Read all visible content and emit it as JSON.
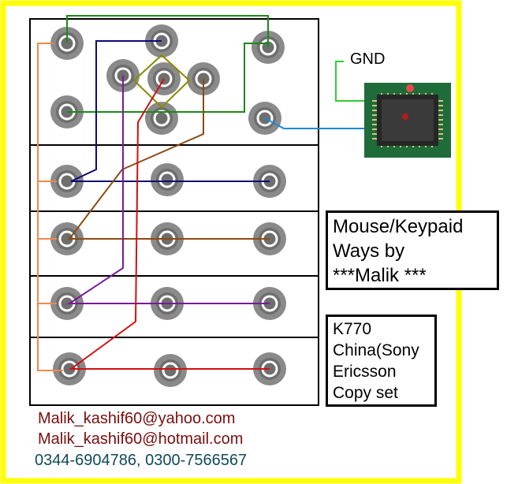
{
  "labels": {
    "gnd": "GND"
  },
  "title_box": {
    "lines": [
      "Mouse/Keypaid",
      "Ways by",
      "***Malik ***"
    ]
  },
  "model_box": {
    "lines": [
      "K770",
      "China(Sony",
      "Ericsson",
      "Copy set"
    ]
  },
  "contacts": {
    "email_1": "Malik_kashif60@yahoo.com",
    "email_2": "Malik_kashif60@hotmail.com",
    "phones": "0344-6904786, 0300-7566567"
  },
  "colors": {
    "frame": "#ffff00",
    "orange": "#f08a4b",
    "navy": "#0a0a78",
    "green": "#1a8a1a",
    "olive": "#8a8a00",
    "brown": "#8b4a10",
    "purple": "#7a1a9a",
    "red": "#d01010",
    "cyan": "#1a8ad8",
    "lime": "#33cc33"
  }
}
